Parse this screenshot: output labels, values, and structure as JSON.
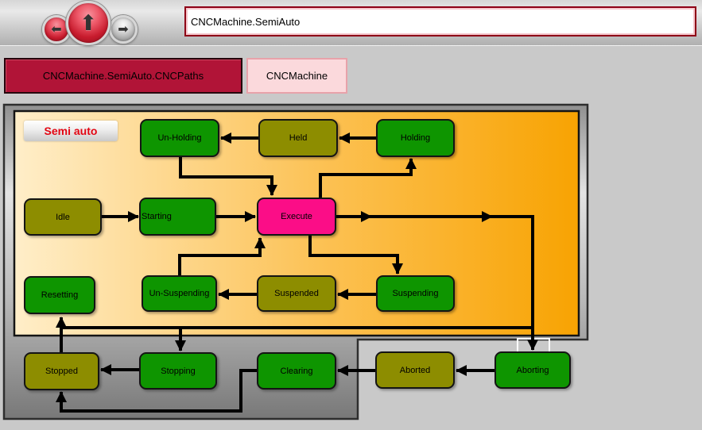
{
  "toolbar": {
    "back_icon": "⬅",
    "up_icon": "⬆",
    "forward_icon": "➡",
    "address": {
      "value": "CNCMachine.SemiAuto"
    }
  },
  "tabs": [
    {
      "label": "CNCMachine.SemiAuto.CNCPaths",
      "state": "active",
      "color": "#b11437"
    },
    {
      "label": "CNCMachine",
      "state": "inactive",
      "color": "#fbd9dc"
    }
  ],
  "diagram": {
    "label": "Semi auto",
    "label_color": "#e30613",
    "colors": {
      "state_green": "#0e9500",
      "state_olive": "#8d8d00",
      "state_pink": "#fb0d87",
      "panel_orange_left": "#ffeec9",
      "panel_orange_right": "#f8a302",
      "arrow": "#000000",
      "selection_bracket": "#ffffff"
    },
    "states": [
      {
        "id": "un-holding",
        "label": "Un-Holding",
        "color": "green"
      },
      {
        "id": "held",
        "label": "Held",
        "color": "olive"
      },
      {
        "id": "holding",
        "label": "Holding",
        "color": "green"
      },
      {
        "id": "idle",
        "label": "Idle",
        "color": "olive"
      },
      {
        "id": "starting",
        "label": "Starting",
        "color": "green"
      },
      {
        "id": "execute",
        "label": "Execute",
        "color": "pink"
      },
      {
        "id": "resetting",
        "label": "Resetting",
        "color": "green"
      },
      {
        "id": "un-suspending",
        "label": "Un-Suspending",
        "color": "green"
      },
      {
        "id": "suspended",
        "label": "Suspended",
        "color": "olive"
      },
      {
        "id": "suspending",
        "label": "Suspending",
        "color": "green"
      },
      {
        "id": "stopped",
        "label": "Stopped",
        "color": "olive"
      },
      {
        "id": "stopping",
        "label": "Stopping",
        "color": "green"
      },
      {
        "id": "clearing",
        "label": "Clearing",
        "color": "green"
      },
      {
        "id": "aborted",
        "label": "Aborted",
        "color": "olive"
      },
      {
        "id": "aborting",
        "label": "Aborting",
        "color": "green"
      }
    ],
    "transitions": [
      {
        "from": "Holding",
        "to": "Held"
      },
      {
        "from": "Held",
        "to": "Un-Holding"
      },
      {
        "from": "Un-Holding",
        "to": "Execute"
      },
      {
        "from": "Execute",
        "to": "Holding"
      },
      {
        "from": "Idle",
        "to": "Starting"
      },
      {
        "from": "Starting",
        "to": "Execute"
      },
      {
        "from": "Execute",
        "to": "Suspending"
      },
      {
        "from": "Suspending",
        "to": "Suspended"
      },
      {
        "from": "Suspended",
        "to": "Un-Suspending"
      },
      {
        "from": "Un-Suspending",
        "to": "Execute"
      },
      {
        "from": "Stopped",
        "to": "Resetting"
      },
      {
        "from": "Resetting",
        "to": "Idle"
      },
      {
        "from": "Execute-loop",
        "to": "Stopping"
      },
      {
        "from": "Stopping",
        "to": "Stopped"
      },
      {
        "from": "Clearing",
        "to": "Stopped"
      },
      {
        "from": "Execute-loop",
        "to": "Aborting"
      },
      {
        "from": "Aborting",
        "to": "Aborted"
      },
      {
        "from": "Aborted",
        "to": "Clearing"
      }
    ]
  }
}
